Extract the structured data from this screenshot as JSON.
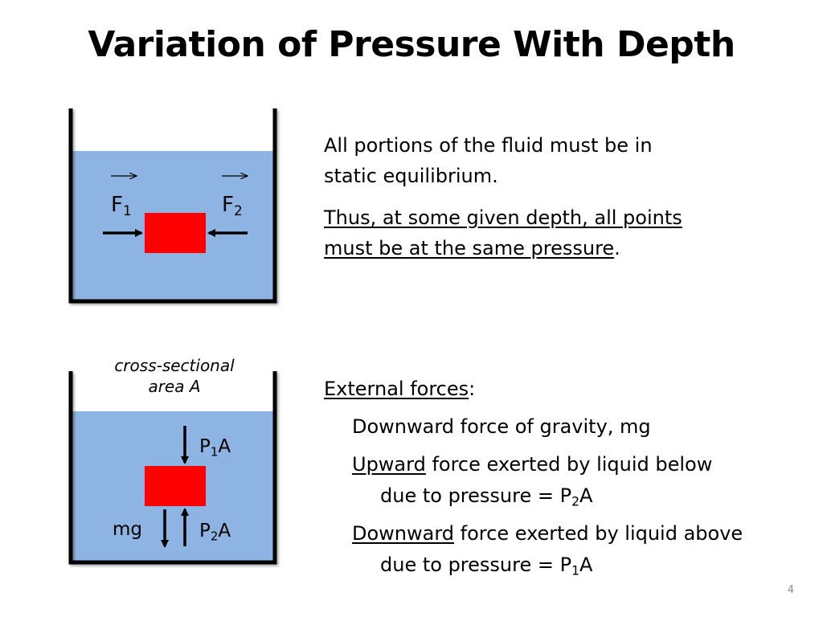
{
  "slide": {
    "title": "Variation of Pressure With Depth",
    "page_number": "4"
  },
  "colors": {
    "fluid": "#8eb4e3",
    "block": "#ff0000",
    "container_wall": "#000000"
  },
  "figure1": {
    "left_force": {
      "symbol": "F",
      "subscript": "1"
    },
    "right_force": {
      "symbol": "F",
      "subscript": "2"
    }
  },
  "figure2": {
    "caption_line1": "cross-sectional",
    "caption_line2": "area A",
    "top_force": {
      "symbol": "P",
      "subscript": "1",
      "suffix": "A"
    },
    "bottom_force": {
      "symbol": "P",
      "subscript": "2",
      "suffix": "A"
    },
    "weight_label": "mg"
  },
  "text": {
    "para1_line1": "All portions of the fluid must be in",
    "para1_line2": "static equilibrium.",
    "para2_line1": "Thus, at some given depth, all points",
    "para2_line2": "must be at the same pressure",
    "para2_end": ".",
    "external_heading": "External forces",
    "external_colon": ":",
    "item1": "Downward force of gravity, mg",
    "item2_underlined": "Upward",
    "item2_rest": " force exerted by liquid below",
    "item2_line2_prefix": "due to pressure = P",
    "item2_line2_sub": "2",
    "item2_line2_suffix": "A",
    "item3_underlined": "Downward",
    "item3_rest": " force exerted by liquid above",
    "item3_line2_prefix": "due to pressure = P",
    "item3_line2_sub": "1",
    "item3_line2_suffix": "A"
  }
}
